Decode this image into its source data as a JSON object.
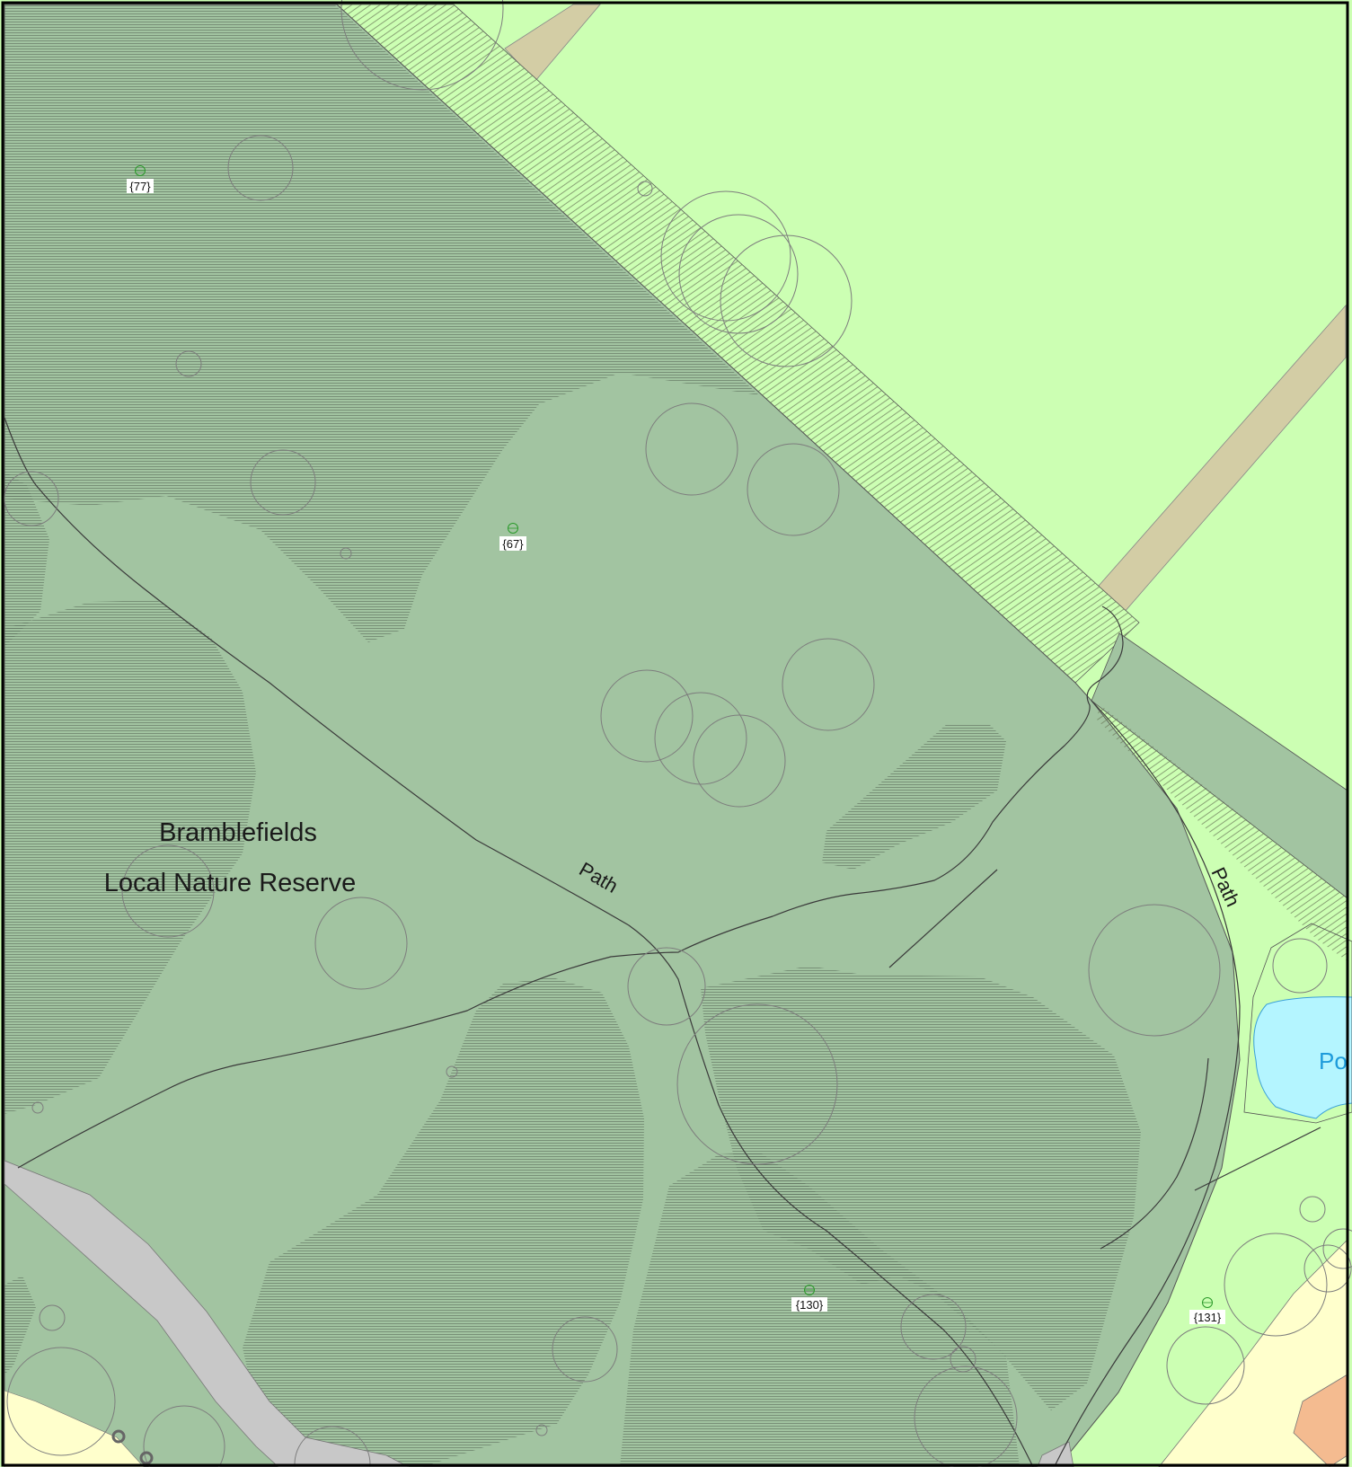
{
  "map": {
    "labels": {
      "reserve_line1": "Bramblefields",
      "reserve_line2": "Local Nature Reserve",
      "path_a": "Path",
      "path_b": "Path",
      "pond_partial": "Po"
    },
    "tree_tags": [
      {
        "id": "tree-77",
        "text": "{77}"
      },
      {
        "id": "tree-67",
        "text": "{67}"
      },
      {
        "id": "tree-130",
        "text": "{130}"
      },
      {
        "id": "tree-131",
        "text": "{131}"
      }
    ],
    "colors": {
      "reserve_green": "#a2c4a1",
      "field_green": "#ccffb3",
      "track_tan": "#d3cda5",
      "road_grey": "#c8c8c8",
      "water_blue": "#b4f5ff",
      "water_text": "#1e9bdb",
      "building_cream": "#ffffcc",
      "building_orange": "#f4bb90",
      "tag_green": "#2a9a2a"
    }
  }
}
